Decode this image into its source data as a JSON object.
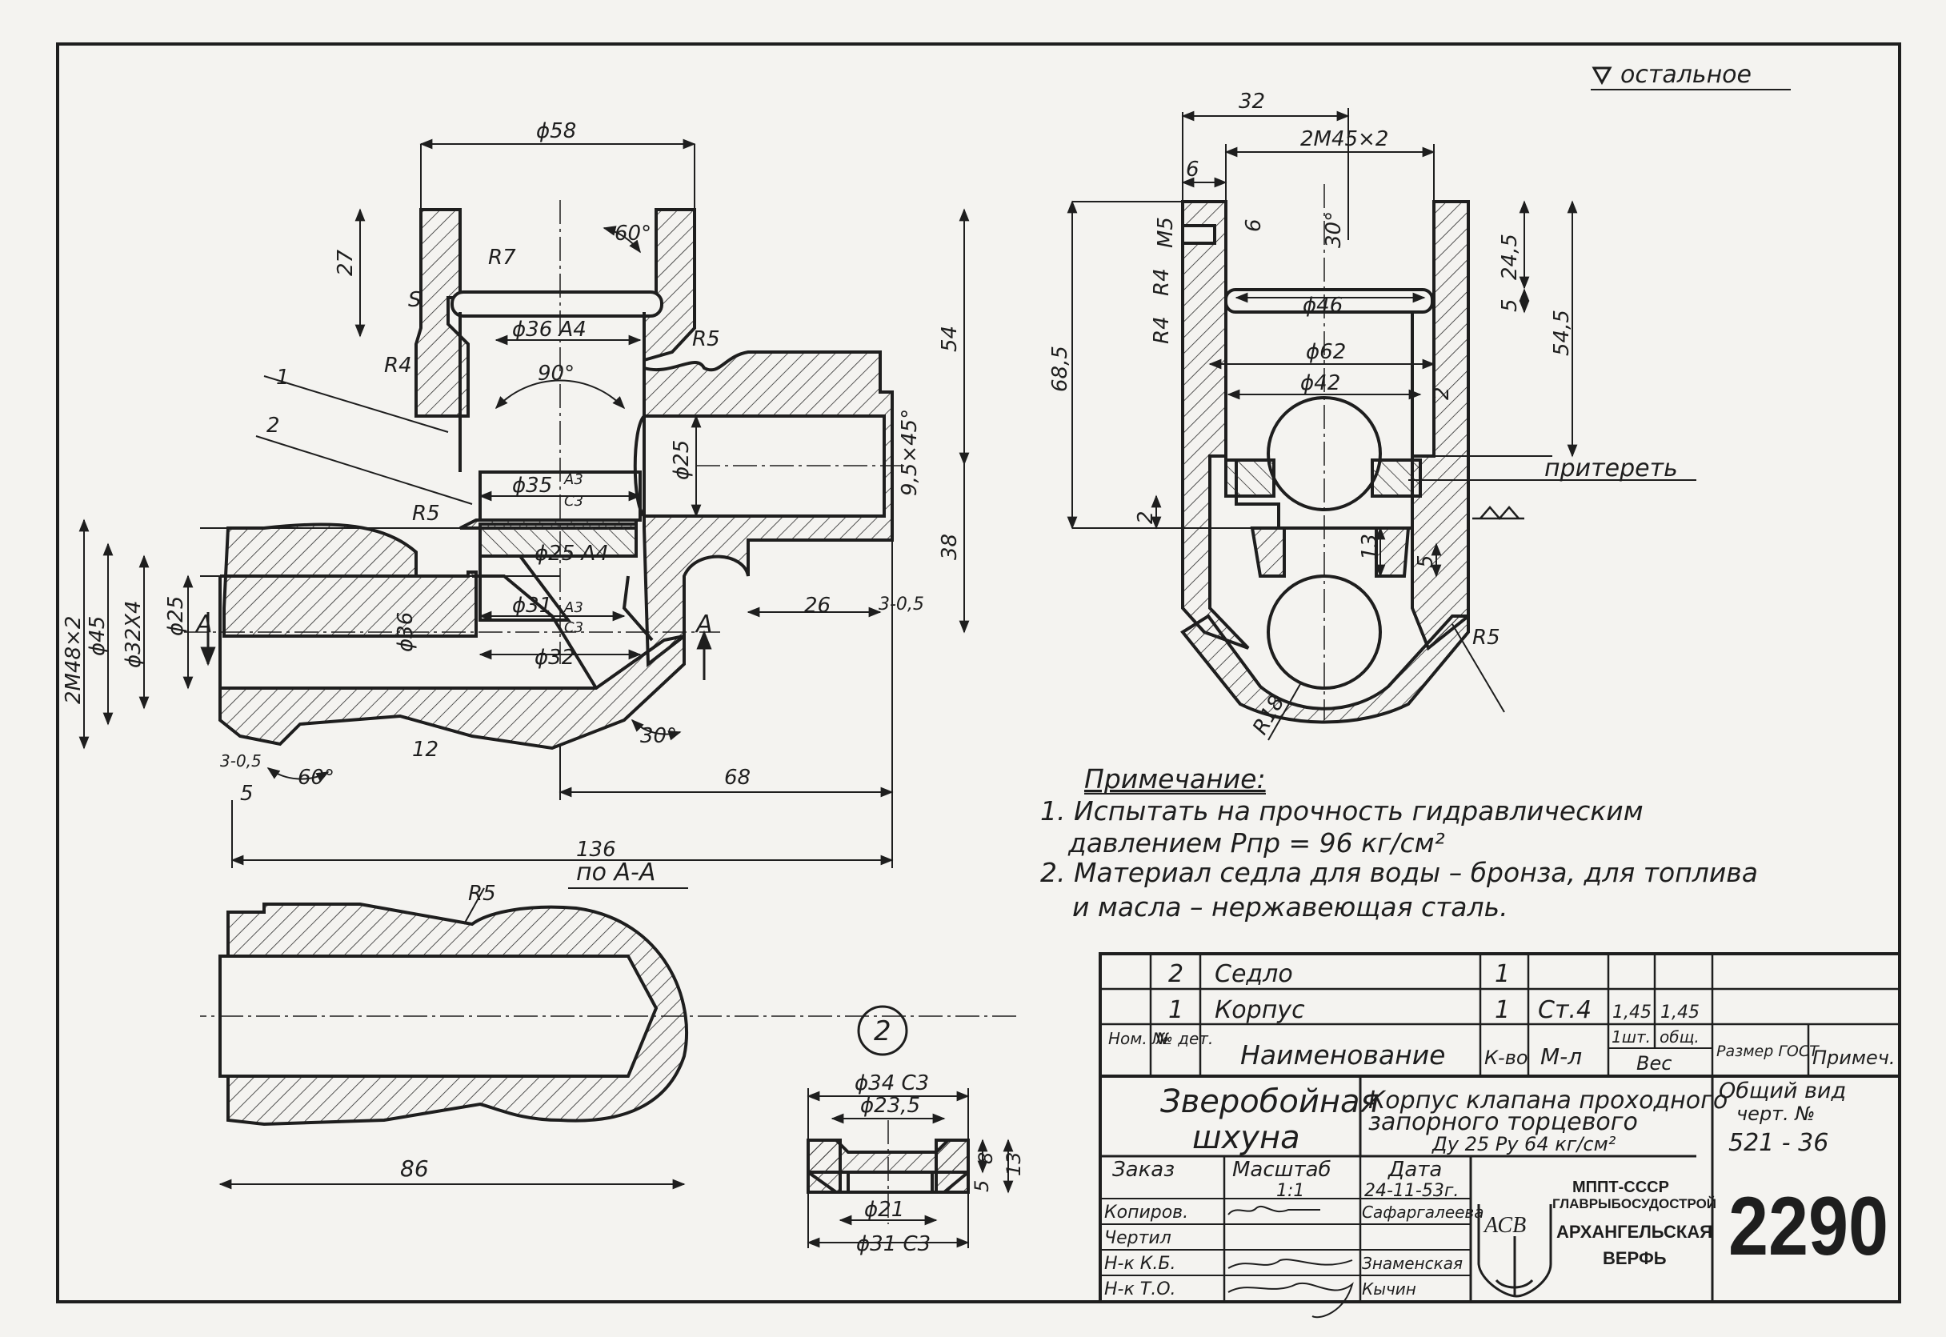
{
  "surface_mark": "остальное",
  "lapping_note": "притереть",
  "view_label": "по А-А",
  "section_letter": "А",
  "detail_number": "2",
  "dimensions": {
    "main": [
      "ϕ58",
      "27",
      "R7",
      "60°",
      "ϕ36 А4",
      "R5",
      "54",
      "R4",
      "90°",
      "ϕ25",
      "9,5×45°",
      "ϕ35",
      "А3",
      "С3",
      "R5",
      "ϕ25 А4",
      "38",
      "ϕ31",
      "А3",
      "С3",
      "26",
      "3-0,5",
      "ϕ32",
      "ϕ36",
      "2M48×2",
      "ϕ45",
      "ϕ32Х4",
      "ϕ25",
      "12",
      "30°",
      "3-0,5",
      "5",
      "60°",
      "68",
      "136",
      "1",
      "2",
      "S"
    ],
    "side": [
      "32",
      "2M45×2",
      "6",
      "M5",
      "6",
      "30°",
      "24,5",
      "R4",
      "ϕ46",
      "5",
      "54,5",
      "R4",
      "68,5",
      "ϕ62",
      "ϕ42",
      "2",
      "2",
      "13",
      "5",
      "R5",
      "R18"
    ],
    "section": [
      "R5",
      "86"
    ],
    "seat": [
      "ϕ34 С3",
      "ϕ23,5",
      "8",
      "13",
      "5",
      "ϕ21",
      "ϕ31 С3"
    ]
  },
  "notes": {
    "heading": "Примечание:",
    "lines": [
      "1. Испытать на прочность гидравлическим",
      "давлением Рпр = 96 кг/см²",
      "2. Материал седла для воды – бронза, для топлива",
      "и масла – нержавеющая сталь."
    ]
  },
  "parts_list": {
    "rows": [
      {
        "pos": "2",
        "name": "Седло",
        "qty": "1",
        "material": "",
        "unit_weight": "",
        "total_weight": ""
      },
      {
        "pos": "1",
        "name": "Корпус",
        "qty": "1",
        "material": "Ст.4",
        "unit_weight": "1,45",
        "total_weight": "1,45"
      }
    ],
    "header": {
      "num": "Ном. №",
      "det": "№ дет.",
      "name": "Наименование",
      "qty": "К-во",
      "material": "М-л",
      "weight_unit": "1шт.",
      "weight_total": "общ.",
      "weight": "Вес",
      "size": "Размер ГОСТ",
      "note": "Примеч."
    }
  },
  "title_block": {
    "vessel": [
      "Зверобойная",
      "шхуна"
    ],
    "title": [
      "Корпус клапана проходного",
      "запорного торцевого",
      "Ду 25 Ру 64 кг/см²"
    ],
    "general_view": [
      "Общий вид",
      "черт. №",
      "521 - 36"
    ],
    "order_label": "Заказ",
    "scale_label": "Масштаб",
    "scale": "1:1",
    "date_label": "Дата",
    "date": "24-11-53г.",
    "roles": [
      "Копиров.",
      "Чертил",
      "Н-к К.Б.",
      "Н-к Т.О."
    ],
    "names": [
      "Сафаргалеева",
      "",
      "Знаменская",
      "Кычин"
    ],
    "org": [
      "МППТ-СССР",
      "ГЛАВРЫБОСУДОСТРОЙ",
      "АРХАНГЕЛЬСКАЯ",
      "ВЕРФЬ"
    ],
    "logo_letters": "АСВ",
    "drawing_number": "2290"
  }
}
